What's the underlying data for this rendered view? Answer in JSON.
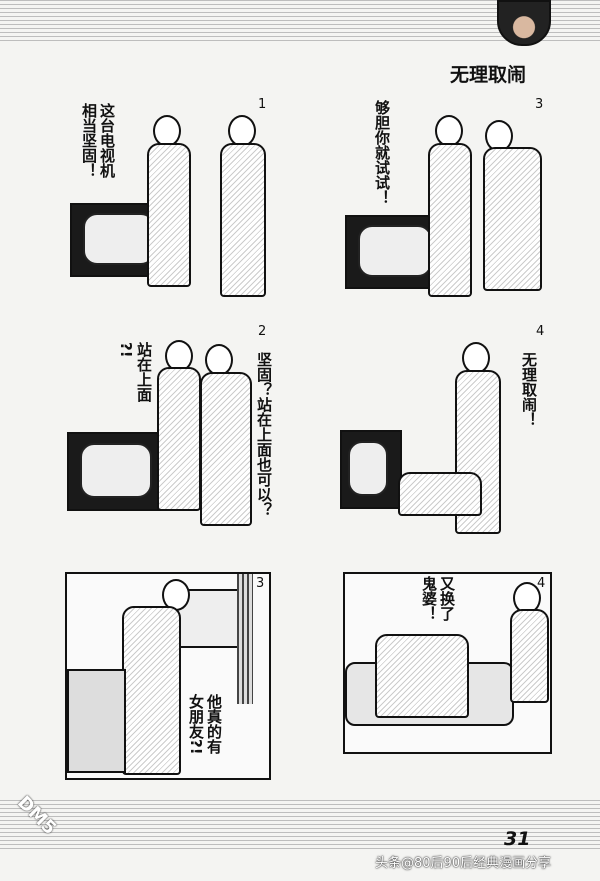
{
  "header": {
    "title": "无理取闹"
  },
  "panels": [
    {
      "number": "1",
      "text": "这台电视机\n相当坚固！"
    },
    {
      "number": "3",
      "text": "够胆你就试试！"
    },
    {
      "number": "2",
      "text_left": "站在上面\n?!",
      "text_right": "坚固？站在上面也可以？"
    },
    {
      "number": "4",
      "text": "无理取闹！"
    },
    {
      "number": "3",
      "text": "他真的有\n女朋友?!"
    },
    {
      "number": "4",
      "text": "又换了\n鬼婆！"
    }
  ],
  "footer": {
    "page_number": "31",
    "watermark": "头条@80后90后经典漫画分享",
    "logo": "DM5"
  }
}
